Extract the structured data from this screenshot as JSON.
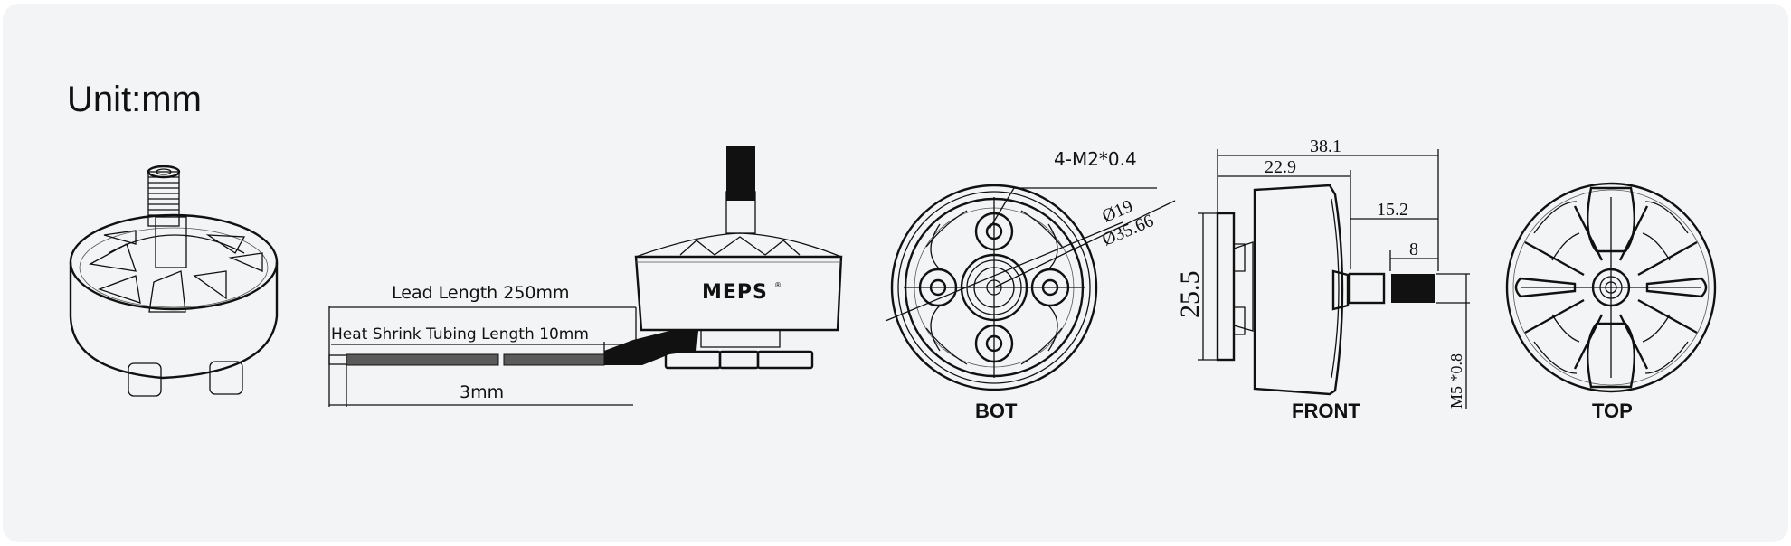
{
  "title": "Unit:mm",
  "views": {
    "iso": {
      "label": ""
    },
    "side": {
      "brand": "MEPS",
      "lead_length": "Lead Length 250mm",
      "heat_shrink": "Heat Shrink Tubing Length 10mm",
      "strip_length": "3mm"
    },
    "bot": {
      "label": "BOT",
      "thread_callout": "4-M2*0.4",
      "inner_diameter": "Ø19",
      "outer_diameter": "Ø35.66"
    },
    "front": {
      "label": "FRONT",
      "overall_length": "38.1",
      "body_length": "22.9",
      "shaft_length": "15.2",
      "thread_length": "8",
      "height": "25.5",
      "shaft_thread": "M5 *0.8"
    },
    "top": {
      "label": "TOP"
    }
  },
  "colors": {
    "background": "#f3f4f5",
    "line": "#111111",
    "wire": "#5a5a5a"
  }
}
